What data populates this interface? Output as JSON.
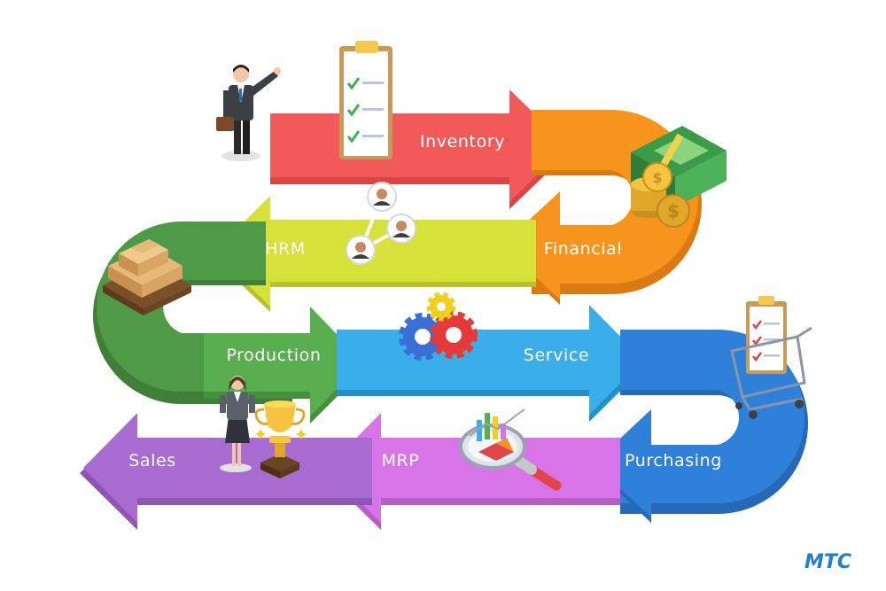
{
  "stages": [
    {
      "id": "inventory",
      "label": "Inventory"
    },
    {
      "id": "financial",
      "label": "Financial"
    },
    {
      "id": "hrm",
      "label": "HRM"
    },
    {
      "id": "production",
      "label": "Production"
    },
    {
      "id": "service",
      "label": "Service"
    },
    {
      "id": "purchasing",
      "label": "Purchasing"
    },
    {
      "id": "mrp",
      "label": "MRP"
    },
    {
      "id": "sales",
      "label": "Sales"
    }
  ],
  "colors": {
    "inventory": "#f25a5a",
    "financial": "#f7941d",
    "hrm": "#d6e23a",
    "production_loop": "#4f9a47",
    "production": "#58ad4e",
    "service": "#3aaee8",
    "purchasing": "#2f80d8",
    "mrp": "#d774e8",
    "sales": "#a86cd0"
  },
  "icons": {
    "inventory": "clipboard-checklist-icon",
    "financial": "money-stack-icon",
    "hrm": "people-network-icon",
    "production": "cardboard-boxes-icon",
    "service": "gears-icon",
    "purchasing": "shopping-cart-icon",
    "mrp": "analytics-magnifier-icon",
    "sales": "trophy-icon"
  },
  "logo": {
    "text": "MTC"
  }
}
